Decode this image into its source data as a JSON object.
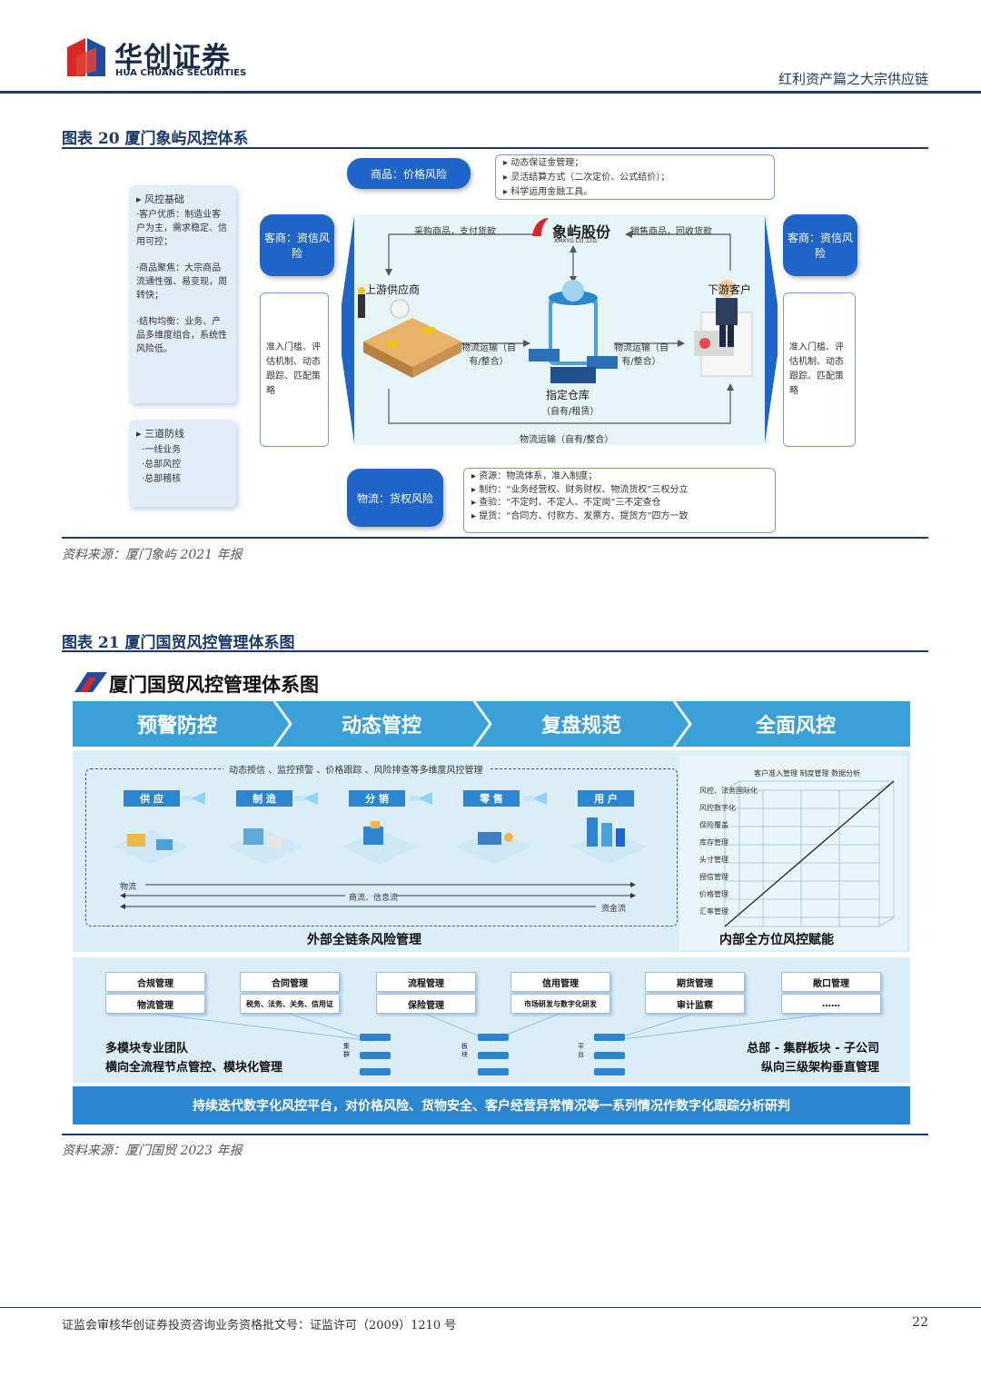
{
  "header": {
    "company_cn": "华创证券",
    "company_en": "HUA CHUANG SECURITIES",
    "report_title": "红利资产篇之大宗供应链"
  },
  "fig20": {
    "title": "图表 20  厦门象屿风控体系",
    "source": "资料来源：厦门象屿 2021 年报",
    "foundation": {
      "heading": "▸ 风控基础",
      "p1": "·客户优质：制造业客户为主，需求稳定、信用可控；",
      "p2": "·商品聚焦：大宗商品流通性强、易变现，周转快；",
      "p3": "·结构均衡：业务、产品多维度组合，系统性风险低。"
    },
    "defense": {
      "heading": "▸ 三道防线",
      "items": [
        "·一线业务",
        "·总部风控",
        "·总部稽核"
      ]
    },
    "pill_goods": "商品：价格风险",
    "goods_bullets": [
      "▸ 动态保证金管理；",
      "▸ 灵活结算方式（二次定价、公式结价）；",
      "▸ 科学运用金融工具。"
    ],
    "pill_left": "客商：资信风险",
    "pill_right": "客商：资信风险",
    "left_box": "准入门槛、评估机制、动态跟踪、匹配策略",
    "right_box": "准入门槛、评估机制、动态跟踪、匹配策略",
    "brand": "象屿股份",
    "brand_en": "XMXYG CO.,LTD.",
    "flow_buy": "采购商品，支付货款",
    "flow_sell": "销售商品，回收货款",
    "upstream": "上游供应商",
    "downstream": "下游客户",
    "logistics_left": "物流运输（自有/整合）",
    "logistics_right": "物流运输（自有/整合）",
    "warehouse": "指定仓库",
    "warehouse_sub": "（自有/租赁）",
    "logistics_bottom": "物流运输（自有/整合）",
    "pill_logistics": "物流：货权风险",
    "logistics_bullets": [
      "▸ 资源：物流体系，准入制度；",
      "▸ 制约：“业务经营权、财务财权、物流货权”三权分立",
      "▸ 查验：“不定时、不定人、不定岗”三不定查仓",
      "▸ 提货：“合同方、付款方、发票方、提货方”四方一致"
    ]
  },
  "fig21": {
    "title": "图表 21  厦门国贸风控管理体系图",
    "source": "资料来源：厦门国贸 2023 年报",
    "inner_title": "厦门国贸风控管理体系图",
    "banners": [
      "预警防控",
      "动态管控",
      "复盘规范",
      "全面风控"
    ],
    "dims_line": "动态授信 、监控预警 、价格跟踪 、风险排查等多维度风控管理",
    "stages": [
      "供 应",
      "制 造",
      "分 销",
      "零 售",
      "用 户"
    ],
    "flow_logistics": "物流",
    "flow_business": "商流、信息流",
    "flow_capital": "资金流",
    "external_title": "外部全链条风险管理",
    "matrix_top": "客户准入管理  制度管理  数据分析",
    "matrix_rows": [
      "风控、法务国际化",
      "风控数字化",
      "保险覆盖",
      "库存管理",
      "头寸管理",
      "授信管理",
      "价格管理",
      "汇率管理"
    ],
    "internal_title": "内部全方位风控赋能",
    "modules": [
      [
        "合规管理",
        "物流管理"
      ],
      [
        "合同管理",
        "税务、法务、关务、信用证"
      ],
      [
        "流程管理",
        "保险管理"
      ],
      [
        "信用管理",
        "市场研发与数字化研发"
      ],
      [
        "期货管理",
        "审计监察"
      ],
      [
        "敞口管理",
        "……"
      ]
    ],
    "team_l1": "多模块专业团队",
    "team_l2": "横向全流程节点管控、模块化管理",
    "arch_l1": "总部 - 集群板块 - 子公司",
    "arch_l2": "纵向三级架构垂直管理",
    "col_labels": [
      "集群",
      "板块",
      "平台"
    ],
    "bottom_banner": "持续迭代数字化风控平台，对价格风险、货物安全、客户经营异常情况等一系列情况作数字化跟踪分析研判"
  },
  "footer": {
    "license": "证监会审核华创证券投资咨询业务资格批文号：证监许可（2009）1210 号",
    "page": "22"
  }
}
